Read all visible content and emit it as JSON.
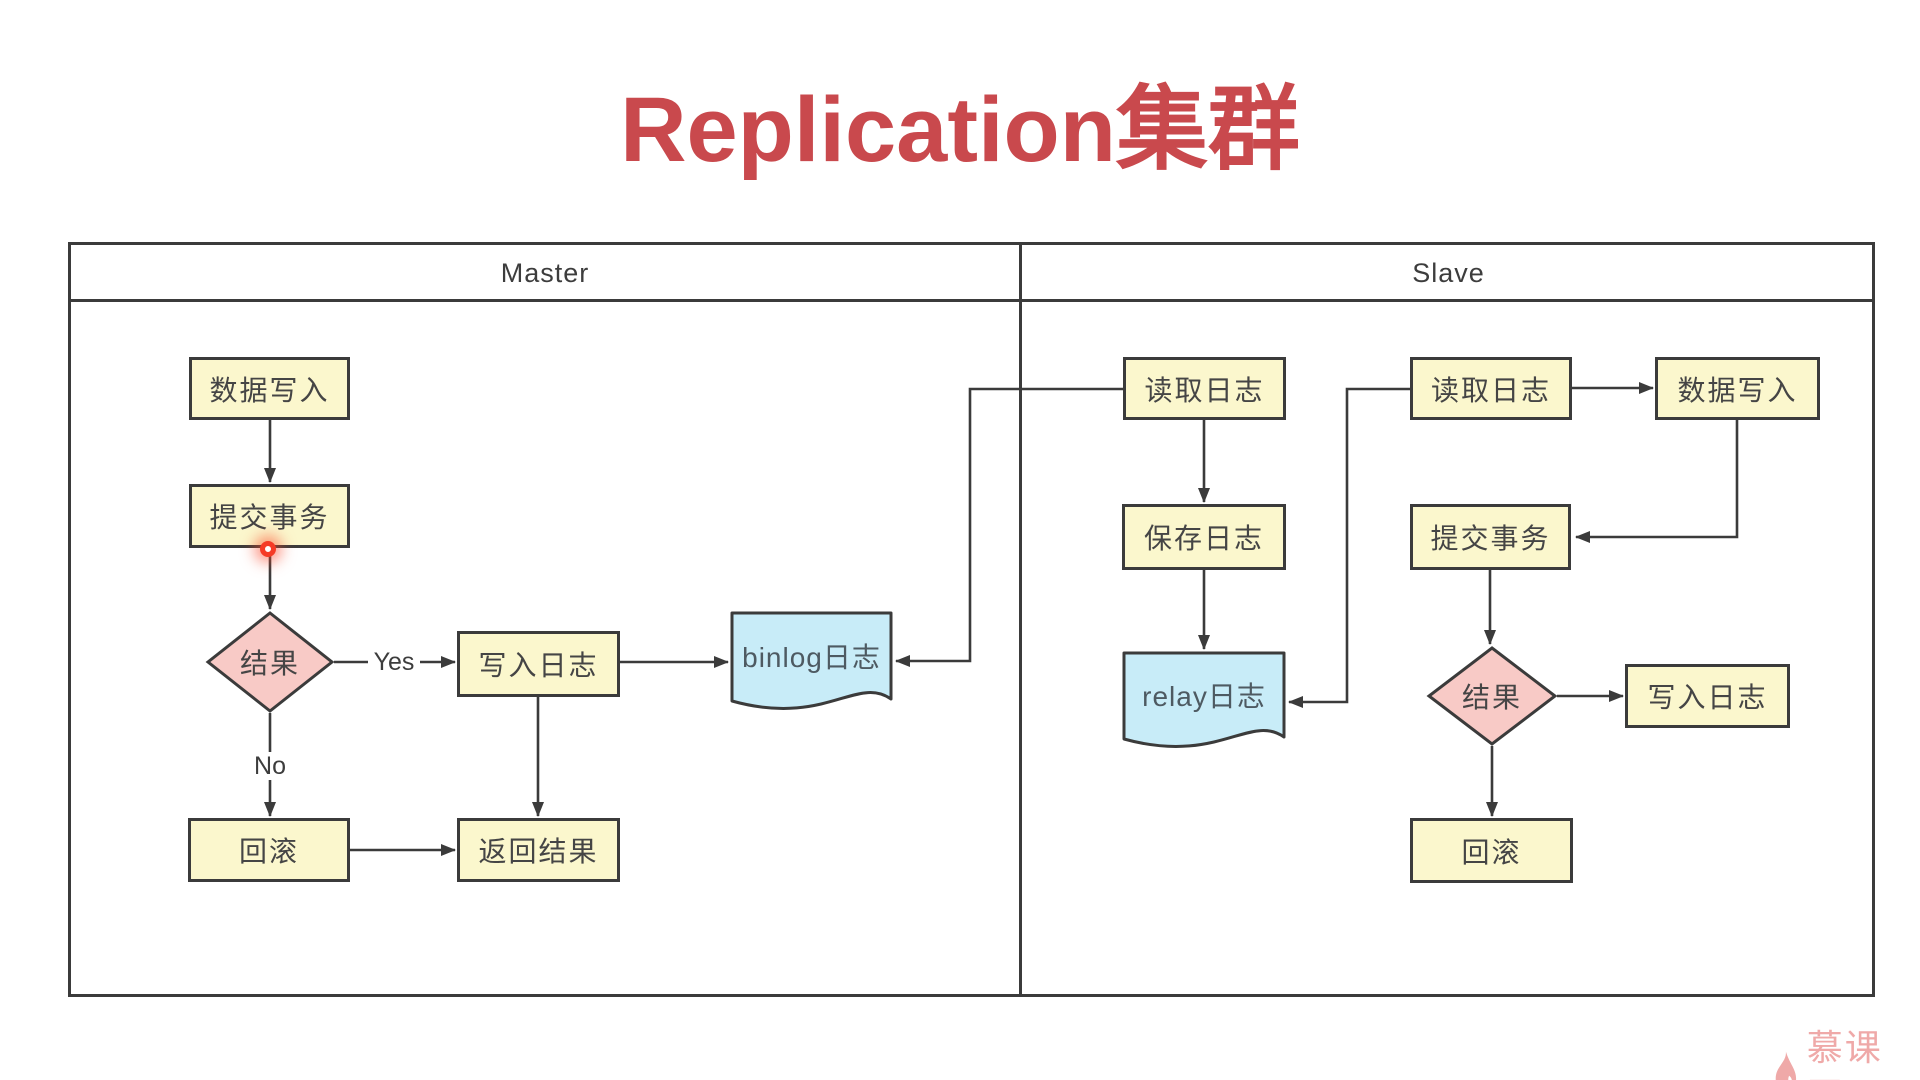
{
  "title": {
    "text": "Replication集群"
  },
  "panel": {
    "master_label": "Master",
    "slave_label": "Slave"
  },
  "nodes": {
    "m_write": "数据写入",
    "m_commit": "提交事务",
    "m_result": "结果",
    "m_writelog": "写入日志",
    "m_binlog": "binlog日志",
    "m_rollback": "回滚",
    "m_return": "返回结果",
    "s_read1": "读取日志",
    "s_save": "保存日志",
    "s_relay": "relay日志",
    "s_read2": "读取日志",
    "s_write": "数据写入",
    "s_commit": "提交事务",
    "s_result": "结果",
    "s_writelog": "写入日志",
    "s_rollback": "回滚"
  },
  "edge_labels": {
    "yes": "Yes",
    "no": "No"
  },
  "watermark": {
    "text": "慕课网"
  },
  "colors": {
    "line": "#3b3b3b",
    "node-fill": "#fbf7cd",
    "node-border": "#3b3b3b",
    "diamond-fill": "#f8cac6",
    "doc-fill": "#c8ecf8",
    "title-red": "#c9494d",
    "text-dark": "#454545",
    "doc-text": "#4e5a62",
    "dot-red": "#f53b26",
    "watermark-pink": "#efa9a8"
  }
}
